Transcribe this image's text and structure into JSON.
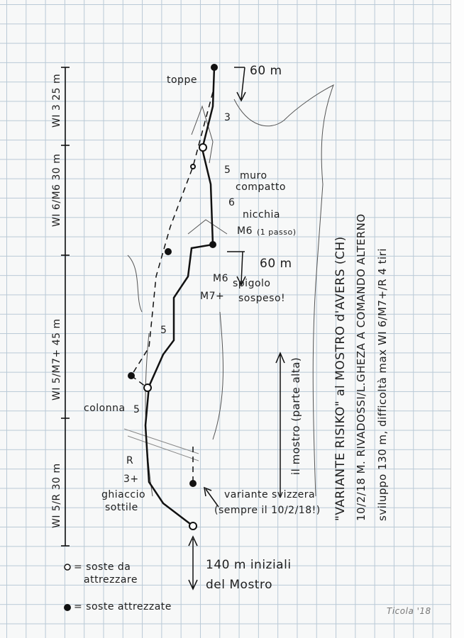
{
  "title": {
    "line1": "\"VARIANTE RISIKO\" al MOSTRO d'AVERS (CH)",
    "line2": "10/2/18 M. RIVADOSSI/L.GHEZA A COMANDO ALTERNO",
    "line3": "sviluppo 130 m, difficoltà max WI 6/M7+/R 4 tiri"
  },
  "pitches": [
    {
      "label": "WI 3 25 m"
    },
    {
      "label": "WI 6/M6 30 m"
    },
    {
      "label": "WI 5/M7+ 45 m"
    },
    {
      "label": "WI 5/R 30 m"
    }
  ],
  "annotations": {
    "toppe": "toppe",
    "rappel1": "60 m",
    "grade3": "3",
    "grade5a": "5",
    "muro": "muro",
    "compatto": "compatto",
    "grade6": "6",
    "nicchia": "nicchia",
    "m6": "M6",
    "passo": "(1 passo)",
    "rappel2": "60 m",
    "spigolo": "spigolo",
    "sospeso": "sospeso!",
    "m7": "M7+",
    "grade5b": "5",
    "colonna": "colonna",
    "grade5c": "5",
    "r": "R",
    "grade3plus": "3+",
    "ghiaccio": "ghiaccio",
    "sottile": "sottile",
    "variante1": "variante svizzera",
    "variante2": "(sempre il 10/2/18!)",
    "mostro": "il mostro (parte alta)",
    "iniziali1": "140 m iniziali",
    "iniziali2": "del Mostro"
  },
  "legend": {
    "open_label1": "= soste da",
    "open_label2": "attrezzare",
    "filled_label": "= soste attrezzate"
  },
  "signature": "Ticola '18"
}
